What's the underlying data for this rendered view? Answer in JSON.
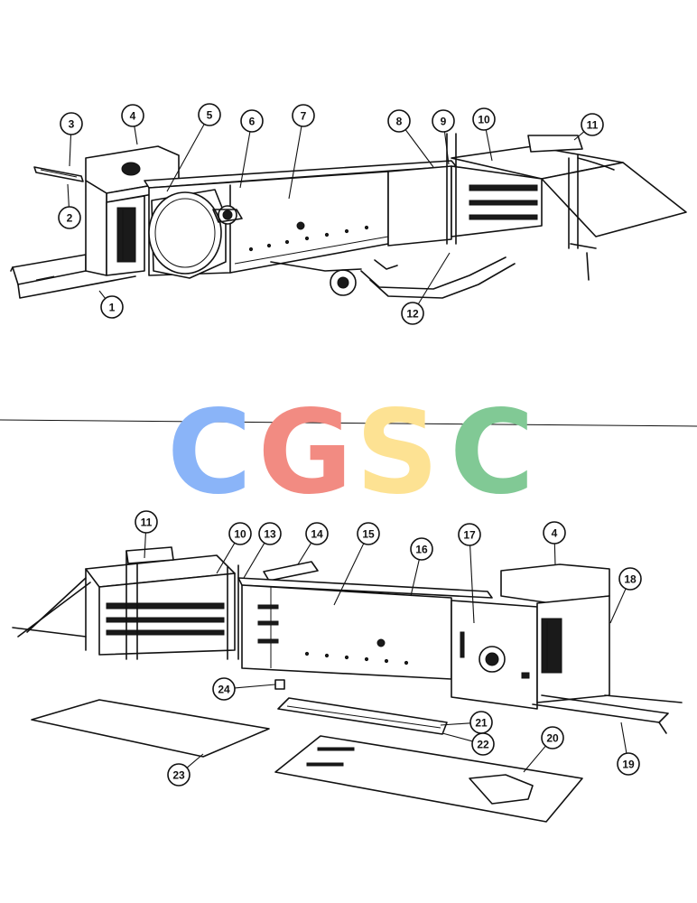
{
  "watermark": {
    "letters": [
      {
        "char": "C",
        "color": "#8ab4f8"
      },
      {
        "char": "G",
        "color": "#f28b82"
      },
      {
        "char": "S",
        "color": "#fde293"
      },
      {
        "char": "C",
        "color": "#81c995"
      }
    ]
  },
  "callouts_top": [
    {
      "label": "1"
    },
    {
      "label": "2"
    },
    {
      "label": "3"
    },
    {
      "label": "4"
    },
    {
      "label": "5"
    },
    {
      "label": "6"
    },
    {
      "label": "7"
    },
    {
      "label": "8"
    },
    {
      "label": "9"
    },
    {
      "label": "10"
    },
    {
      "label": "11"
    },
    {
      "label": "12"
    }
  ],
  "callouts_bottom": [
    {
      "label": "11"
    },
    {
      "label": "10"
    },
    {
      "label": "13"
    },
    {
      "label": "14"
    },
    {
      "label": "15"
    },
    {
      "label": "16"
    },
    {
      "label": "17"
    },
    {
      "label": "4"
    },
    {
      "label": "18"
    },
    {
      "label": "19"
    },
    {
      "label": "20"
    },
    {
      "label": "21"
    },
    {
      "label": "22"
    },
    {
      "label": "23"
    },
    {
      "label": "24"
    }
  ],
  "colors": {
    "line": "#111111",
    "background": "#ffffff"
  }
}
